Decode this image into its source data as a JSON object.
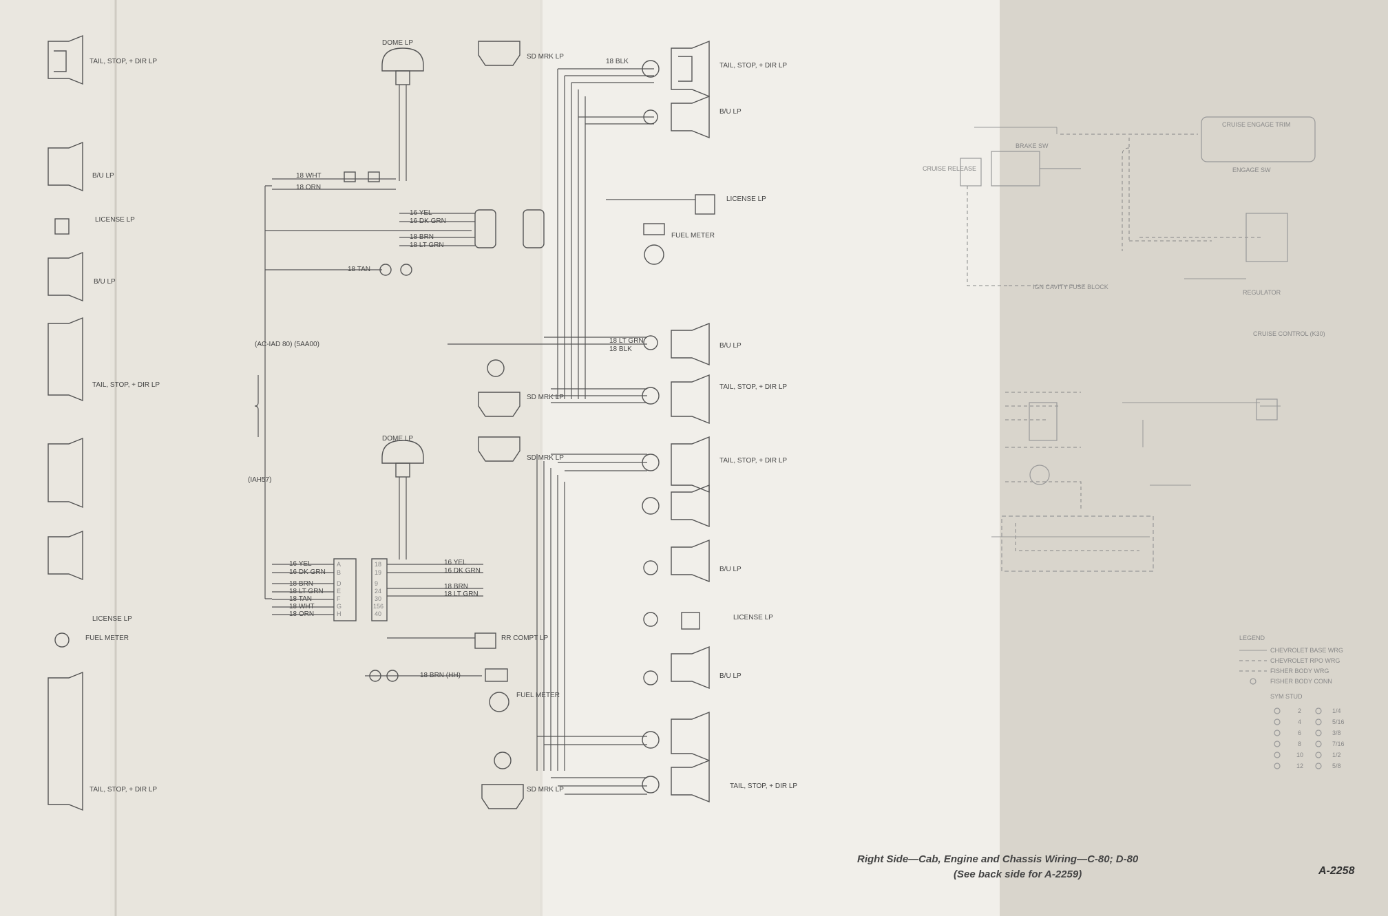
{
  "labels": {
    "dome_lp_top": "DOME LP",
    "dome_lp_bottom": "DOME LP",
    "sd_mrk_lp_1": "SD MRK LP",
    "sd_mrk_lp_2": "SD MRK LP",
    "sd_mrk_lp_3": "SD MRK LP",
    "sd_mrk_lp_4": "SD MRK LP",
    "tail_stop_1": "TAIL, STOP, + DIR LP",
    "tail_stop_2": "TAIL, STOP, + DIR LP",
    "tail_stop_3": "TAIL, STOP, + DIR LP",
    "tail_stop_4": "TAIL, STOP, + DIR LP",
    "bu_lp_1": "B/U LP",
    "bu_lp_2": "B/U LP",
    "bu_lp_3": "B/U LP",
    "bu_lp_4": "B/U LP",
    "license_lp_1": "LICENSE LP",
    "license_lp_2": "LICENSE LP",
    "fuel_meter_1": "FUEL METER",
    "fuel_meter_2": "FUEL METER",
    "rr_compt_lp": "RR COMPT LP",
    "option_ac": "(AC-IAD 80) (5AA00)",
    "option_iah": "(IAH57)",
    "cruise_release": "CRUISE RELEASE",
    "brake_sw": "BRAKE SW",
    "engage_sw": "ENGAGE SW",
    "cruise_header": "CRUISE  ENGAGE  TRIM",
    "regulator": "REGULATOR",
    "cruise_control": "CRUISE CONTROL (K30)",
    "ign_cavity": "IGN CAVITY FUSE BLOCK"
  },
  "wires_top": [
    "16 YEL",
    "16 DK GRN",
    "18 BRN",
    "18 LT GRN",
    "18 TAN",
    "18 WHT",
    "18 ORN",
    "18 BLK",
    "18 BRN (HH)"
  ],
  "wires_bottom": [
    "16 YEL",
    "16 DK GRN",
    "18 BRN",
    "18 LT GRN",
    "18 TAN",
    "18 WHT",
    "18 ORN"
  ],
  "connector_pins": [
    "A",
    "B",
    "D",
    "E",
    "F",
    "G",
    "H"
  ],
  "connector_nums": [
    "18",
    "19",
    "9",
    "24",
    "30",
    "156",
    "40"
  ],
  "legend": {
    "title": "LEGEND",
    "items": [
      "CHEVROLET BASE WRG",
      "CHEVROLET RPO WRG",
      "FISHER BODY WRG",
      "FISHER BODY CONN"
    ],
    "sym_header": "SYM  STUD",
    "studs": [
      "2",
      "4",
      "6",
      "8",
      "10",
      "12",
      "1/4",
      "5/16",
      "3/8",
      "7/16",
      "1/2",
      "5/8"
    ]
  },
  "caption": {
    "line1": "Right Side—Cab, Engine and Chassis Wiring—C-80; D-80",
    "line2": "(See back side for A-2259)",
    "sheet": "A-2258"
  },
  "colors": {
    "paper": "#f0eee8",
    "paper_left": "#e6e3db",
    "paper_right": "#d7d3ca",
    "ink": "#555555"
  }
}
